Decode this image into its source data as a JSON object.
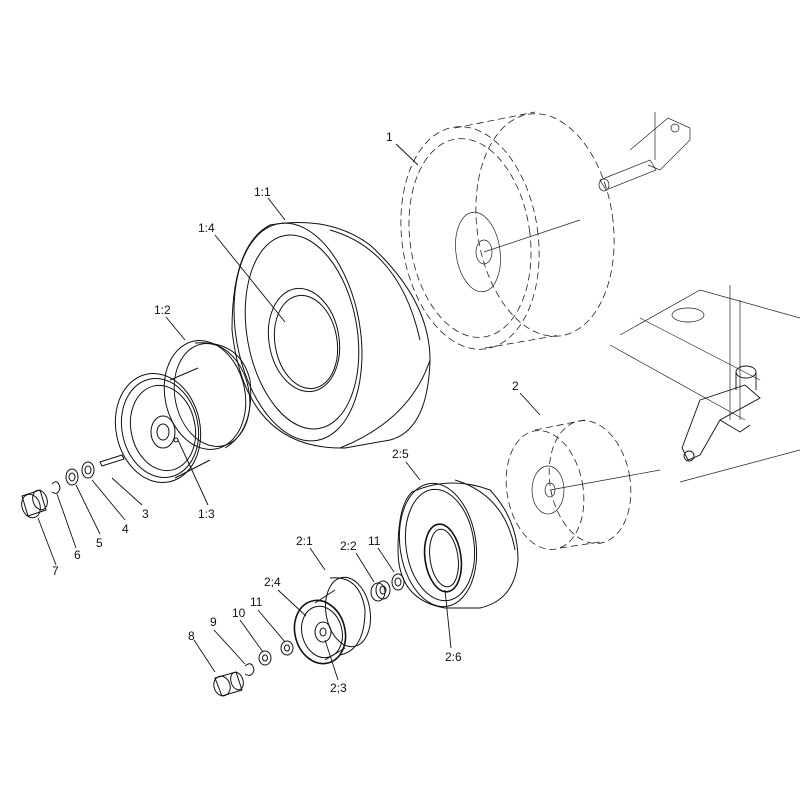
{
  "callouts": [
    {
      "id": "1",
      "text": "1"
    },
    {
      "id": "1:1",
      "text": "1:1"
    },
    {
      "id": "1:2",
      "text": "1:2"
    },
    {
      "id": "1:3",
      "text": "1:3"
    },
    {
      "id": "1:4",
      "text": "1:4"
    },
    {
      "id": "2",
      "text": "2"
    },
    {
      "id": "2:1",
      "text": "2:1"
    },
    {
      "id": "2:2",
      "text": "2:2"
    },
    {
      "id": "2;3",
      "text": "2;3"
    },
    {
      "id": "2;4",
      "text": "2;4"
    },
    {
      "id": "2:5",
      "text": "2:5"
    },
    {
      "id": "2:6",
      "text": "2:6"
    },
    {
      "id": "3",
      "text": "3"
    },
    {
      "id": "4",
      "text": "4"
    },
    {
      "id": "5",
      "text": "5"
    },
    {
      "id": "6",
      "text": "6"
    },
    {
      "id": "7",
      "text": "7"
    },
    {
      "id": "8",
      "text": "8"
    },
    {
      "id": "9",
      "text": "9"
    },
    {
      "id": "10",
      "text": "10"
    },
    {
      "id": "11a",
      "text": "11"
    },
    {
      "id": "11b",
      "text": "11"
    }
  ]
}
